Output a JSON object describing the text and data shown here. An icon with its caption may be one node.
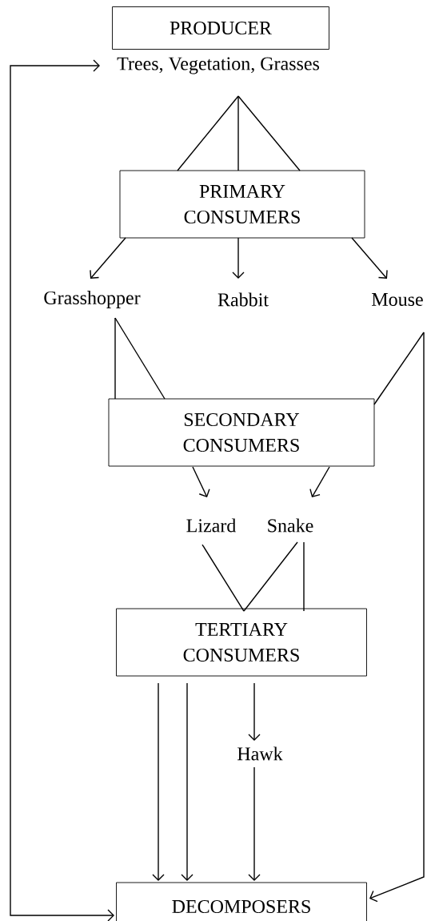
{
  "diagram": {
    "nodes": [
      {
        "text": [
          "PRODUCER"
        ]
      },
      {
        "text": [
          "Trees, Vegetation, Grasses"
        ]
      },
      {
        "text": [
          "PRIMARY CONSUMERS"
        ]
      },
      {
        "text": [
          "Grasshopper"
        ]
      },
      {
        "text": [
          "Rabbit"
        ]
      },
      {
        "text": [
          "Mouse"
        ]
      },
      {
        "text": [
          "SECONDARY CONSUMERS"
        ]
      },
      {
        "text": [
          "Lizard"
        ]
      },
      {
        "text": [
          "Snake"
        ]
      },
      {
        "text": [
          "TERTIARY CONSUMERS"
        ]
      },
      {
        "text": [
          "Hawk"
        ]
      },
      {
        "text": [
          "DECOMPOSERS"
        ]
      }
    ],
    "edges": [
      {
        "from": 1,
        "to": 2,
        "arrow": "none"
      },
      {
        "from": 1,
        "to": 2,
        "arrow": "none"
      },
      {
        "from": 1,
        "to": 2,
        "arrow": "none"
      },
      {
        "from": 2,
        "to": 3,
        "arrow": "to"
      },
      {
        "from": 2,
        "to": 4,
        "arrow": "to"
      },
      {
        "from": 2,
        "to": 5,
        "arrow": "to"
      },
      {
        "from": 3,
        "to": 6,
        "arrow": "none"
      },
      {
        "from": 3,
        "to": 6,
        "arrow": "none"
      },
      {
        "from": 5,
        "to": 6,
        "arrow": "none"
      },
      {
        "from": 5,
        "to": 11,
        "arrow": "to"
      },
      {
        "from": 6,
        "to": 7,
        "arrow": "to"
      },
      {
        "from": 6,
        "to": 8,
        "arrow": "to"
      },
      {
        "from": 7,
        "to": 9,
        "arrow": "none"
      },
      {
        "from": 8,
        "to": 9,
        "arrow": "none"
      },
      {
        "from": 8,
        "to": 9,
        "arrow": "none"
      },
      {
        "from": 9,
        "to": 11,
        "arrow": "to"
      },
      {
        "from": 9,
        "to": 11,
        "arrow": "to"
      },
      {
        "from": 9,
        "to": 10,
        "arrow": "to"
      },
      {
        "from": 10,
        "to": 11,
        "arrow": "to"
      },
      {
        "from": 11,
        "to": 1,
        "arrow": "both"
      }
    ]
  }
}
